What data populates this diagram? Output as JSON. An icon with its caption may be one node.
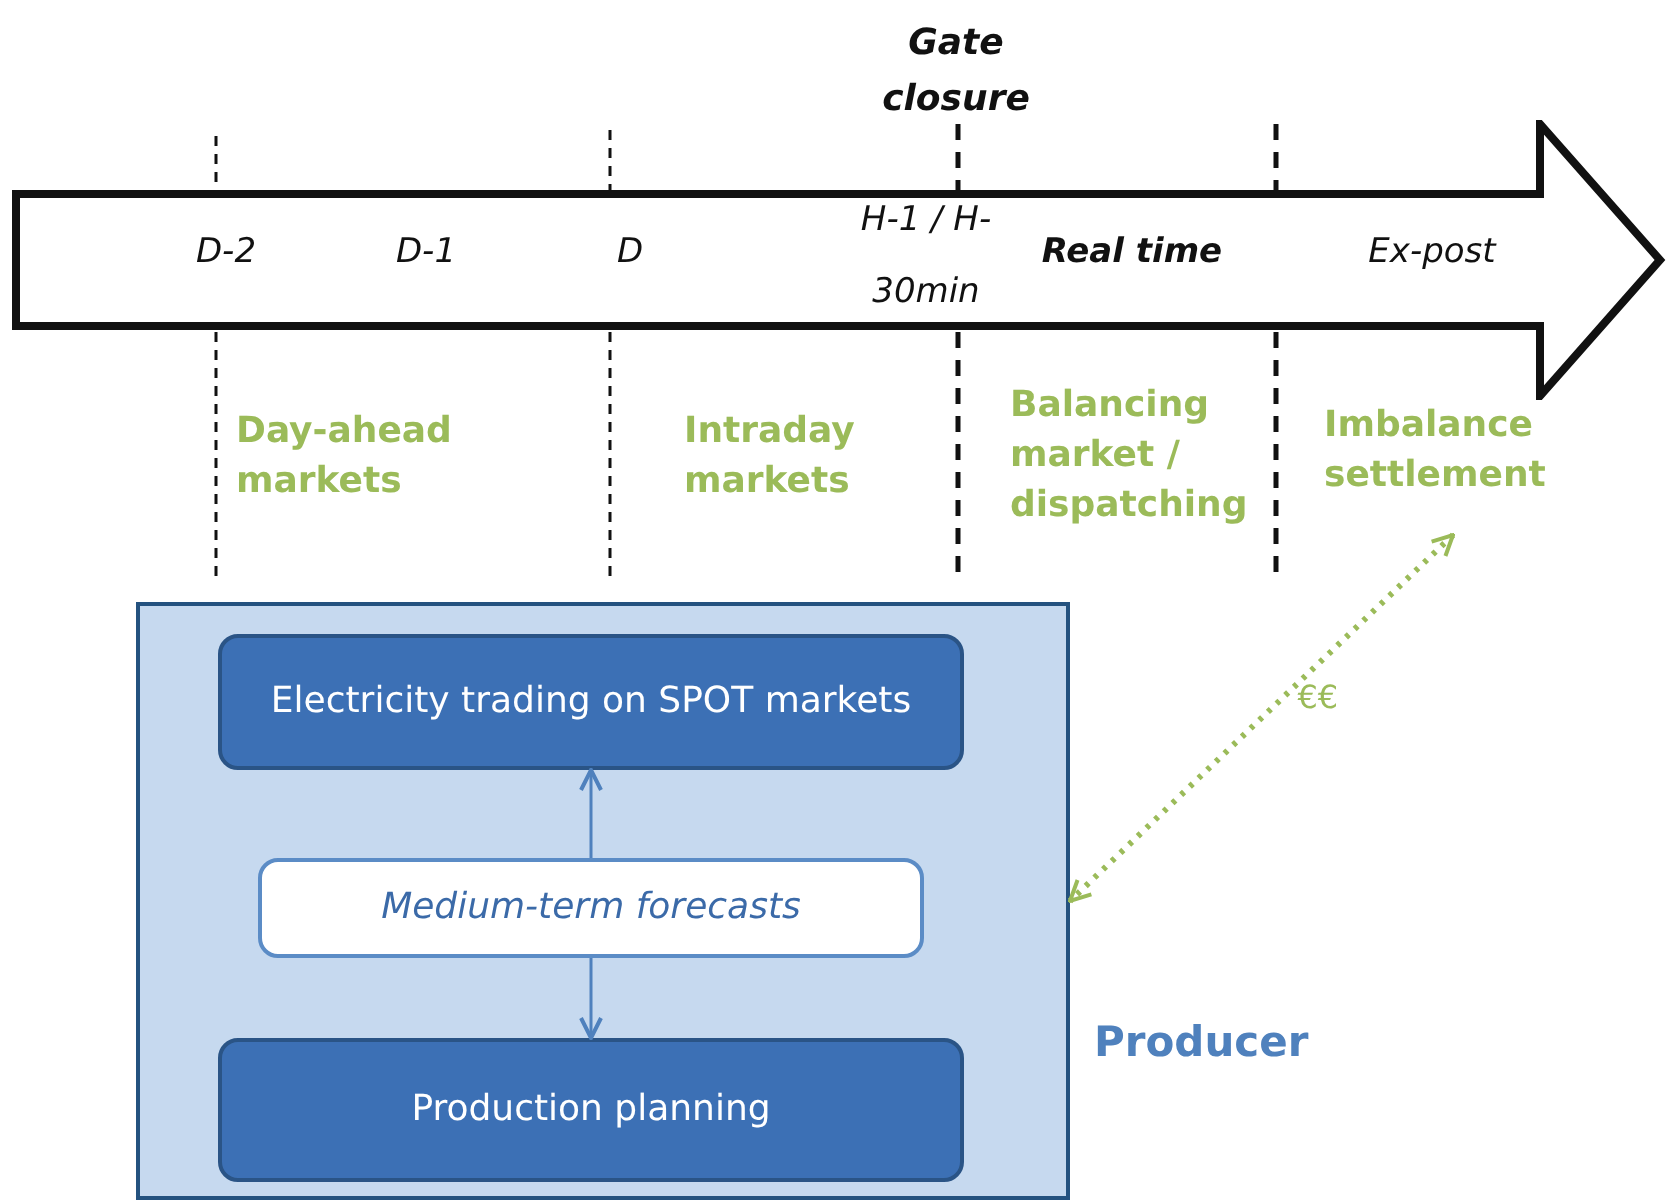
{
  "diagram": {
    "nodes": [
      {
        "text": [
          "D-2",
          "D-1",
          "D",
          "H-1 / H-30min",
          "Real time",
          "Ex-post"
        ]
      },
      {
        "text": [
          "Imbalance settlement"
        ]
      },
      {
        "text": [
          "Producer"
        ]
      },
      {
        "text": [
          "Electricity trading on SPOT markets"
        ],
        "in": 2
      },
      {
        "text": [
          "Medium-term forecasts"
        ],
        "in": 2
      },
      {
        "text": [
          "Production planning"
        ],
        "in": 2
      }
    ],
    "edges": [
      {
        "from": 4,
        "to": 3,
        "arrow": "to"
      },
      {
        "from": 4,
        "to": 5,
        "arrow": "to"
      },
      {
        "from": 1,
        "to": 2,
        "arrow": "both",
        "label": "€€",
        "style": "dashed",
        "color": "#9bbb59"
      }
    ],
    "labels": [
      "Gate closure",
      "Day-ahead markets",
      "Intraday markets",
      "Balancing market / dispatching"
    ]
  }
}
